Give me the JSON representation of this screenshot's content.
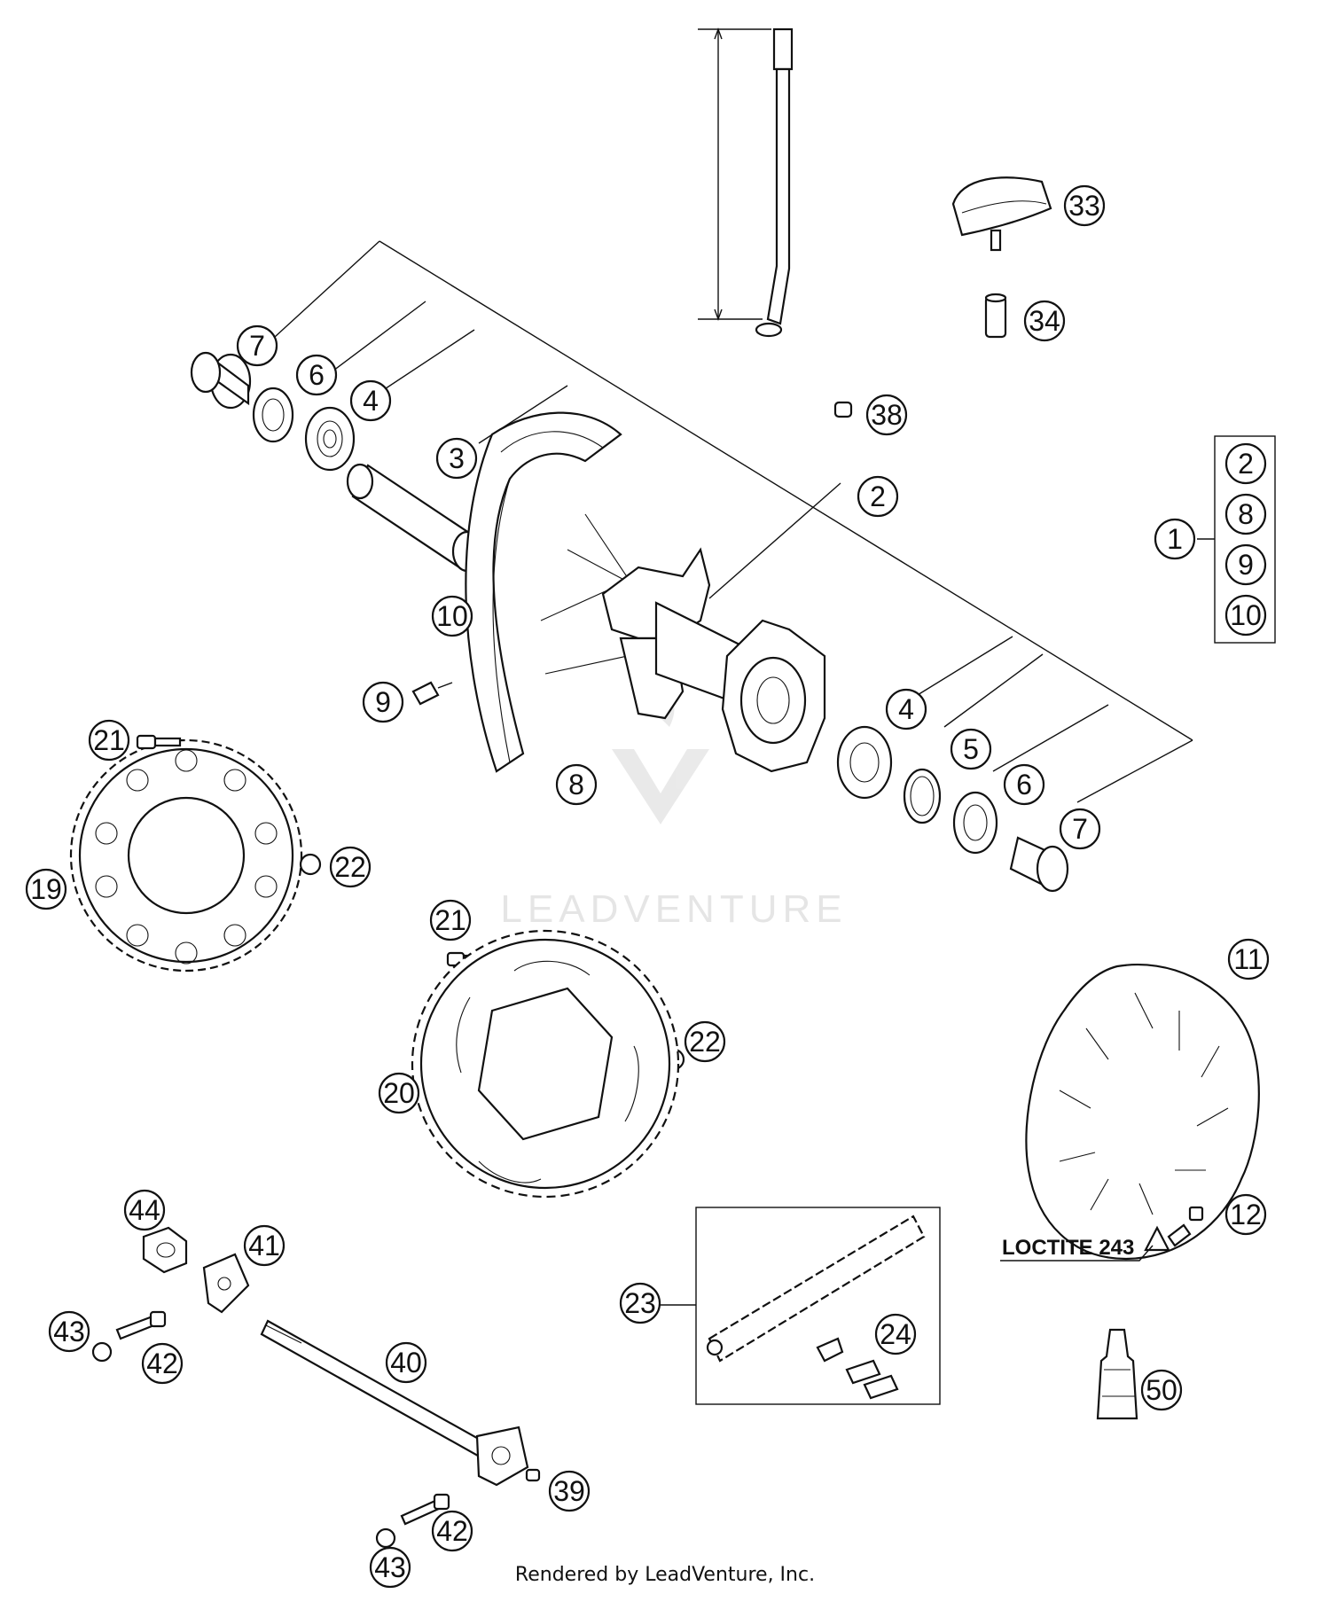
{
  "callouts": [
    {
      "label": "7"
    },
    {
      "label": "6"
    },
    {
      "label": "4"
    },
    {
      "label": "3"
    },
    {
      "label": "2"
    },
    {
      "label": "10"
    },
    {
      "label": "9"
    },
    {
      "label": "8"
    },
    {
      "label": "4"
    },
    {
      "label": "5"
    },
    {
      "label": "6"
    },
    {
      "label": "7"
    },
    {
      "label": "33"
    },
    {
      "label": "34"
    },
    {
      "label": "38"
    },
    {
      "label": "1"
    },
    {
      "label": "2"
    },
    {
      "label": "8"
    },
    {
      "label": "9"
    },
    {
      "label": "10"
    },
    {
      "label": "21"
    },
    {
      "label": "22"
    },
    {
      "label": "19"
    },
    {
      "label": "21"
    },
    {
      "label": "22"
    },
    {
      "label": "20"
    },
    {
      "label": "11"
    },
    {
      "label": "12"
    },
    {
      "label": "44"
    },
    {
      "label": "41"
    },
    {
      "label": "43"
    },
    {
      "label": "42"
    },
    {
      "label": "40"
    },
    {
      "label": "23"
    },
    {
      "label": "24"
    },
    {
      "label": "50"
    },
    {
      "label": "39"
    },
    {
      "label": "42"
    },
    {
      "label": "43"
    }
  ],
  "note": {
    "loctite": "LOCTITE 243"
  },
  "watermark": "LEADVENTURE",
  "footer": "Rendered by LeadVenture, Inc."
}
